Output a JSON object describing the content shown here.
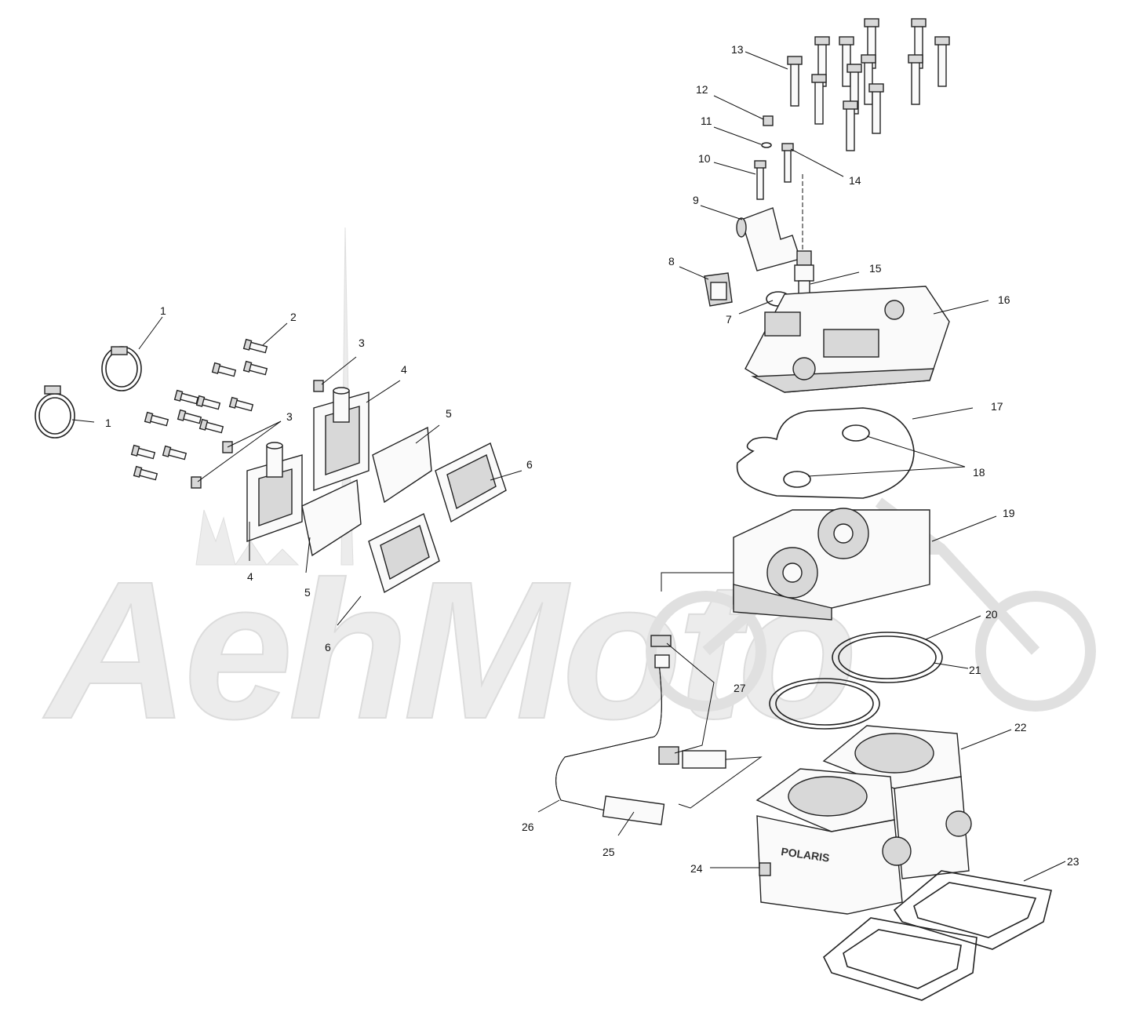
{
  "watermark": {
    "text": "AehMoto"
  },
  "callouts": {
    "c1a": "1",
    "c1b": "1",
    "c2": "2",
    "c3a": "3",
    "c3b": "3",
    "c4a": "4",
    "c4b": "4",
    "c5a": "5",
    "c5b": "5",
    "c6a": "6",
    "c6b": "6",
    "c7": "7",
    "c8": "8",
    "c9": "9",
    "c10": "10",
    "c11": "11",
    "c12": "12",
    "c13": "13",
    "c14": "14",
    "c15": "15",
    "c16": "16",
    "c17": "17",
    "c18": "18",
    "c19": "19",
    "c20": "20",
    "c21": "21",
    "c22": "22",
    "c23": "23",
    "c24": "24",
    "c25": "25",
    "c26": "26",
    "c27": "27"
  },
  "cylinder_logo": "POLARIS"
}
